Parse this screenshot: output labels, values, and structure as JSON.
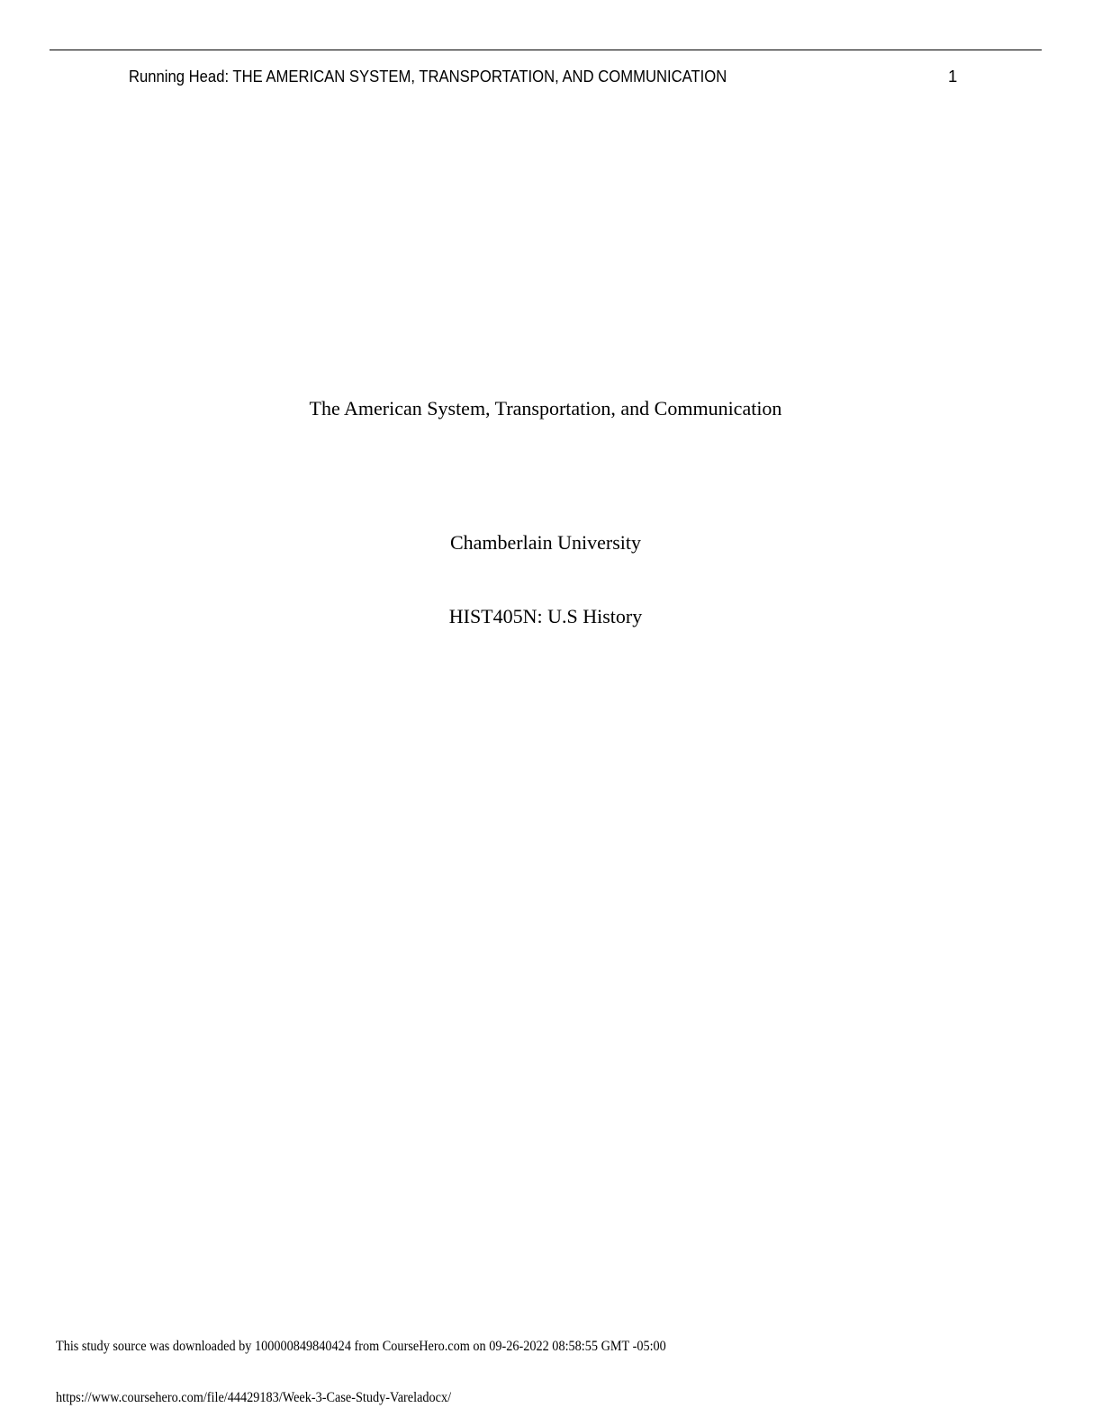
{
  "header": {
    "running_head": "Running Head: THE AMERICAN SYSTEM, TRANSPORTATION, AND COMMUNICATION",
    "page_number": "1"
  },
  "title_page": {
    "title": "The American System, Transportation, and Communication",
    "institution": "Chamberlain University",
    "course": "HIST405N: U.S History"
  },
  "footer": {
    "download_notice": "This study source was downloaded by 100000849840424 from CourseHero.com on 09-26-2022 08:58:55 GMT -05:00",
    "url": "https://www.coursehero.com/file/44429183/Week-3-Case-Study-Vareladocx/"
  }
}
